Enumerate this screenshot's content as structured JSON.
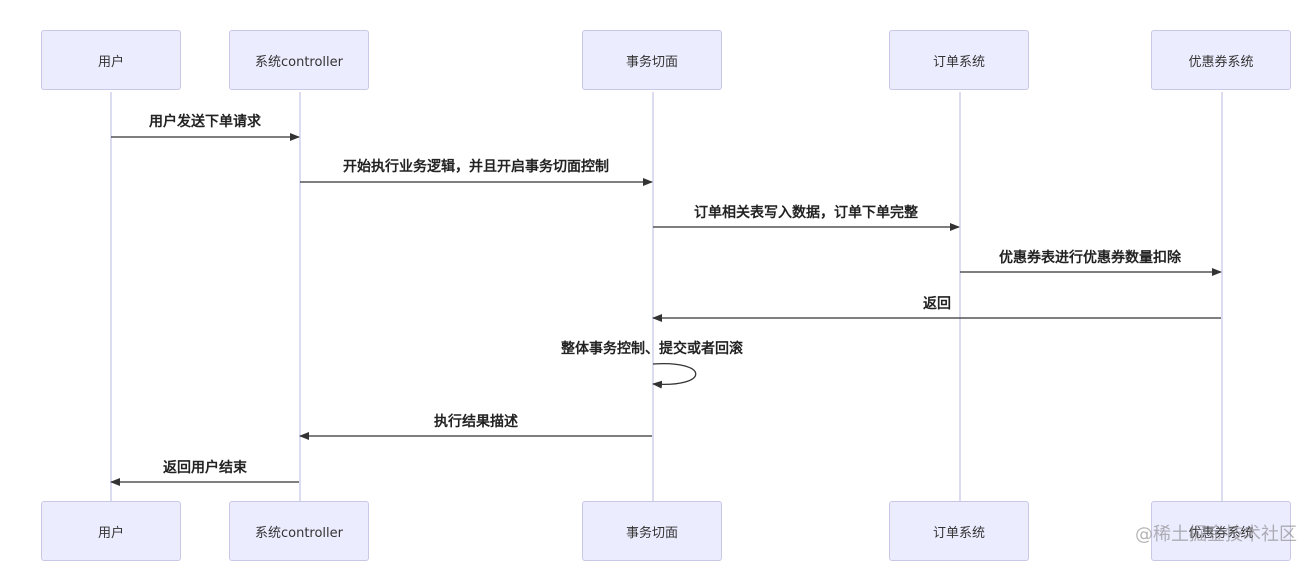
{
  "participants": [
    {
      "id": "user",
      "label": "用户"
    },
    {
      "id": "controller",
      "label": "系统controller"
    },
    {
      "id": "aspect",
      "label": "事务切面"
    },
    {
      "id": "order",
      "label": "订单系统"
    },
    {
      "id": "coupon",
      "label": "优惠券系统"
    }
  ],
  "messages": [
    {
      "from": "user",
      "to": "controller",
      "label": "用户发送下单请求"
    },
    {
      "from": "controller",
      "to": "aspect",
      "label": "开始执行业务逻辑，并且开启事务切面控制"
    },
    {
      "from": "aspect",
      "to": "order",
      "label": "订单相关表写入数据，订单下单完整"
    },
    {
      "from": "order",
      "to": "coupon",
      "label": "优惠券表进行优惠券数量扣除"
    },
    {
      "from": "coupon",
      "to": "aspect",
      "label": "返回"
    },
    {
      "from": "aspect",
      "to": "aspect",
      "label": "整体事务控制、提交或者回滚"
    },
    {
      "from": "aspect",
      "to": "controller",
      "label": "执行结果描述"
    },
    {
      "from": "controller",
      "to": "user",
      "label": "返回用户结束"
    }
  ],
  "watermark": "@稀土掘金技术社区",
  "colors": {
    "actor_fill": "#ececff",
    "actor_border": "#c8c8e6",
    "lifeline": "#dcdcf0",
    "arrow": "#333333"
  }
}
